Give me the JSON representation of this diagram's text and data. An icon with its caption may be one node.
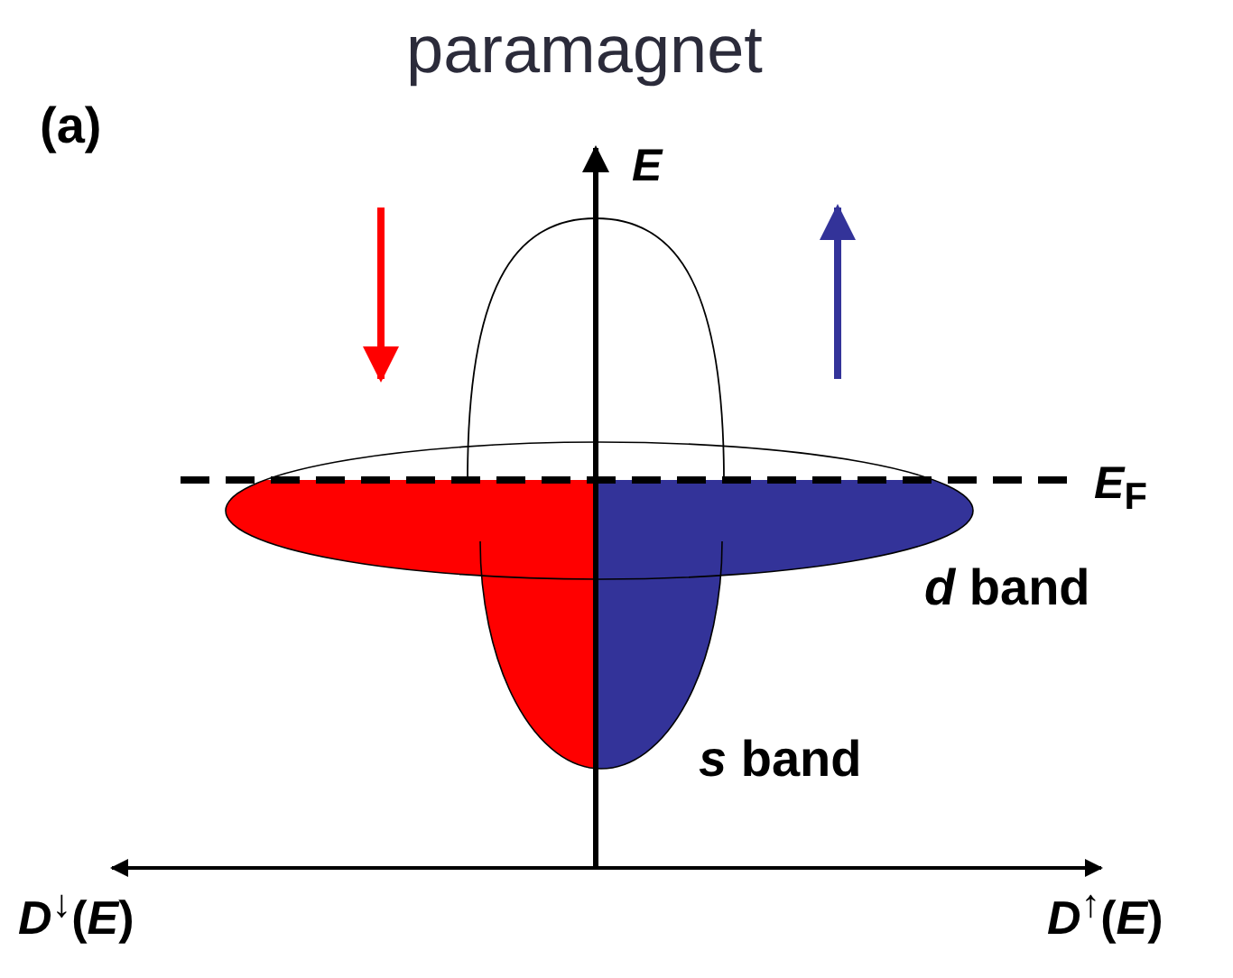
{
  "diagram": {
    "title": "paramagnet",
    "labels": [
      "(a)",
      "E",
      "*E*$_{F}$",
      "*d* band",
      "*s* band",
      "*D*$^{↓}$(*E*)",
      "*D*$^{↑}$(*E*)"
    ]
  }
}
